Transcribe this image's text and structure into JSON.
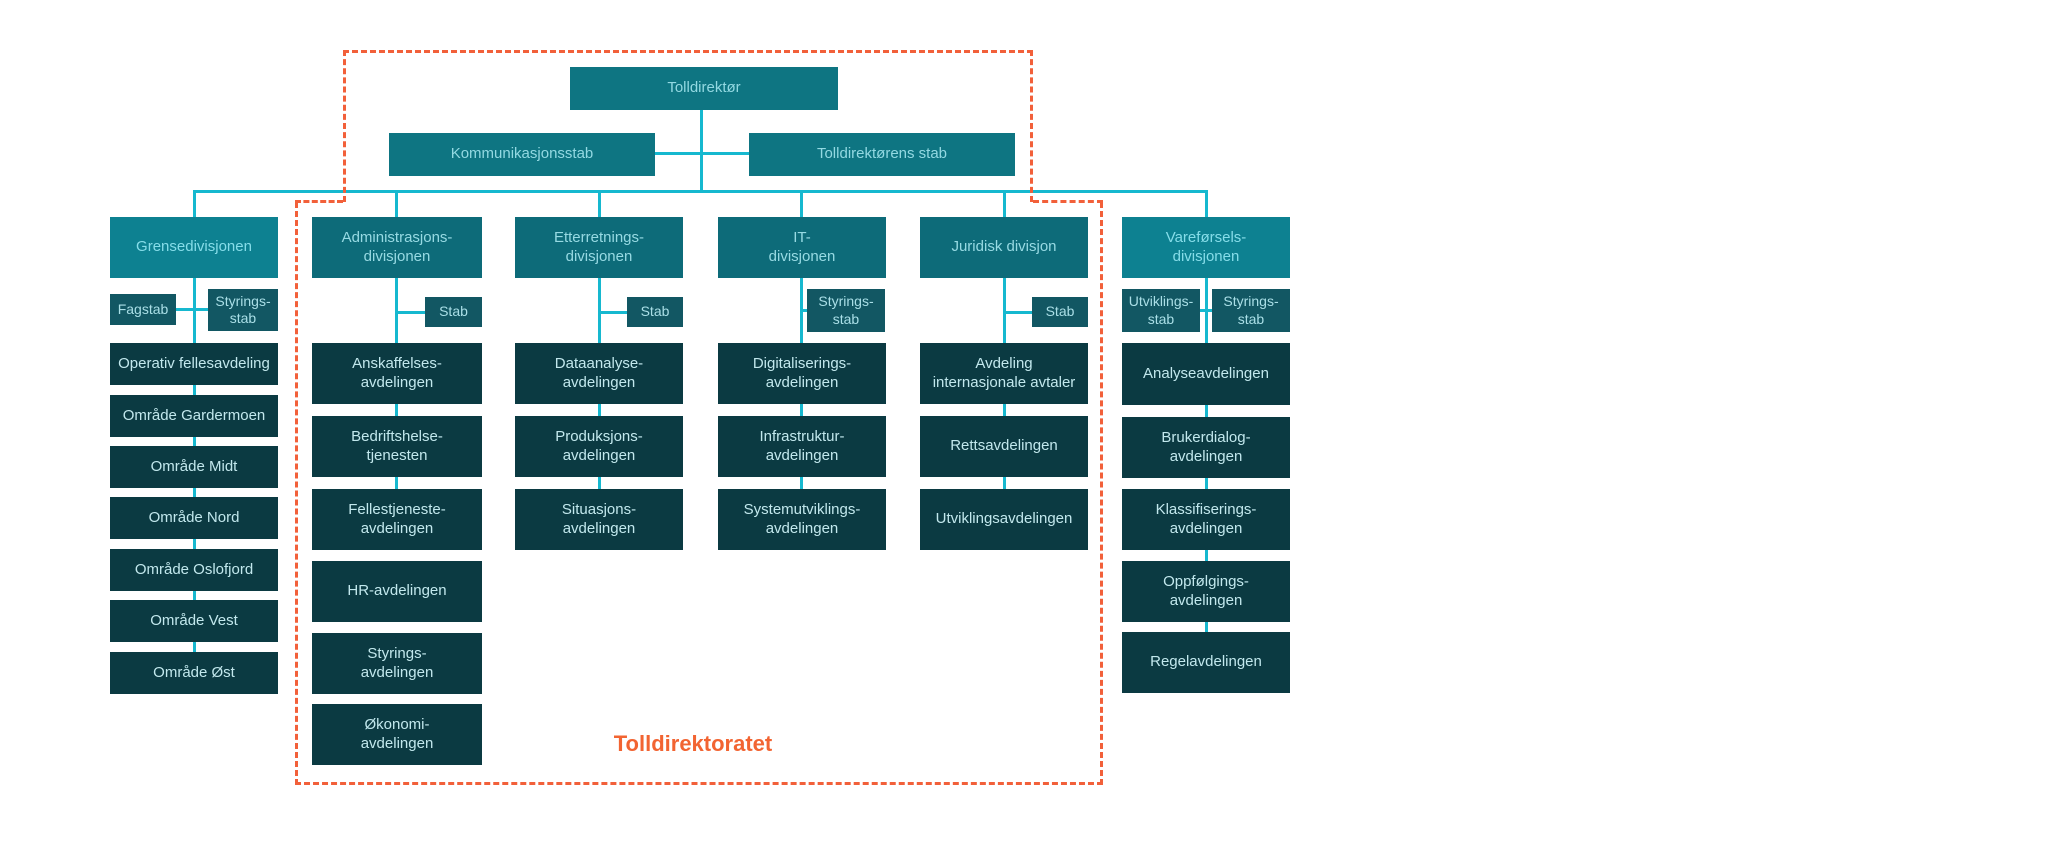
{
  "diagram": {
    "boundary_label": "Tolldirektoratet",
    "top": {
      "director": "Tolldirektør",
      "communication_stab": "Kommunikasjonsstab",
      "director_stab": "Tolldirektørens stab"
    },
    "columns": [
      {
        "header": "Grensedivisjonen",
        "stabs": [
          "Fagstab",
          "Styrings-\nstab"
        ],
        "departments": [
          "Operativ fellesavdeling",
          "Område Gardermoen",
          "Område Midt",
          "Område Nord",
          "Område Oslofjord",
          "Område Vest",
          "Område Øst"
        ]
      },
      {
        "header": "Administrasjons-\ndivisjonen",
        "stabs": [
          "Stab"
        ],
        "departments": [
          "Anskaffelses-\navdelingen",
          "Bedriftshelse-\ntjenesten",
          "Fellestjeneste-\navdelingen",
          "HR-avdelingen",
          "Styrings-\navdelingen",
          "Økonomi-\navdelingen"
        ]
      },
      {
        "header": "Etterretnings-\ndivisjonen",
        "stabs": [
          "Stab"
        ],
        "departments": [
          "Dataanalyse-\navdelingen",
          "Produksjons-\navdelingen",
          "Situasjons-\navdelingen"
        ]
      },
      {
        "header": "IT-\ndivisjonen",
        "stabs": [
          "Styrings-\nstab"
        ],
        "departments": [
          "Digitaliserings-\navdelingen",
          "Infrastruktur-\navdelingen",
          "Systemutviklings-\navdelingen"
        ]
      },
      {
        "header": "Juridisk divisjon",
        "stabs": [
          "Stab"
        ],
        "departments": [
          "Avdeling\ninternasjonale avtaler",
          "Rettsavdelingen",
          "Utviklingsavdelingen"
        ]
      },
      {
        "header": "Vareførsels-\ndivisjonen",
        "stabs": [
          "Utviklings-\nstab",
          "Styrings-\nstab"
        ],
        "departments": [
          "Analyseavdelingen",
          "Brukerdialog-\navdelingen",
          "Klassifiserings-\navdelingen",
          "Oppfølgings-\navdelingen",
          "Regelavdelingen"
        ]
      }
    ],
    "colors": {
      "bright_teal": "#0d8191",
      "medium_teal": "#0d6b79",
      "top_teal": "#0e7582",
      "stab_teal": "#125763",
      "dark_teal": "#0b3a42",
      "connector_cyan": "#16b8cf",
      "boundary_orange": "#f2603a",
      "label_orange": "#f26432"
    }
  }
}
